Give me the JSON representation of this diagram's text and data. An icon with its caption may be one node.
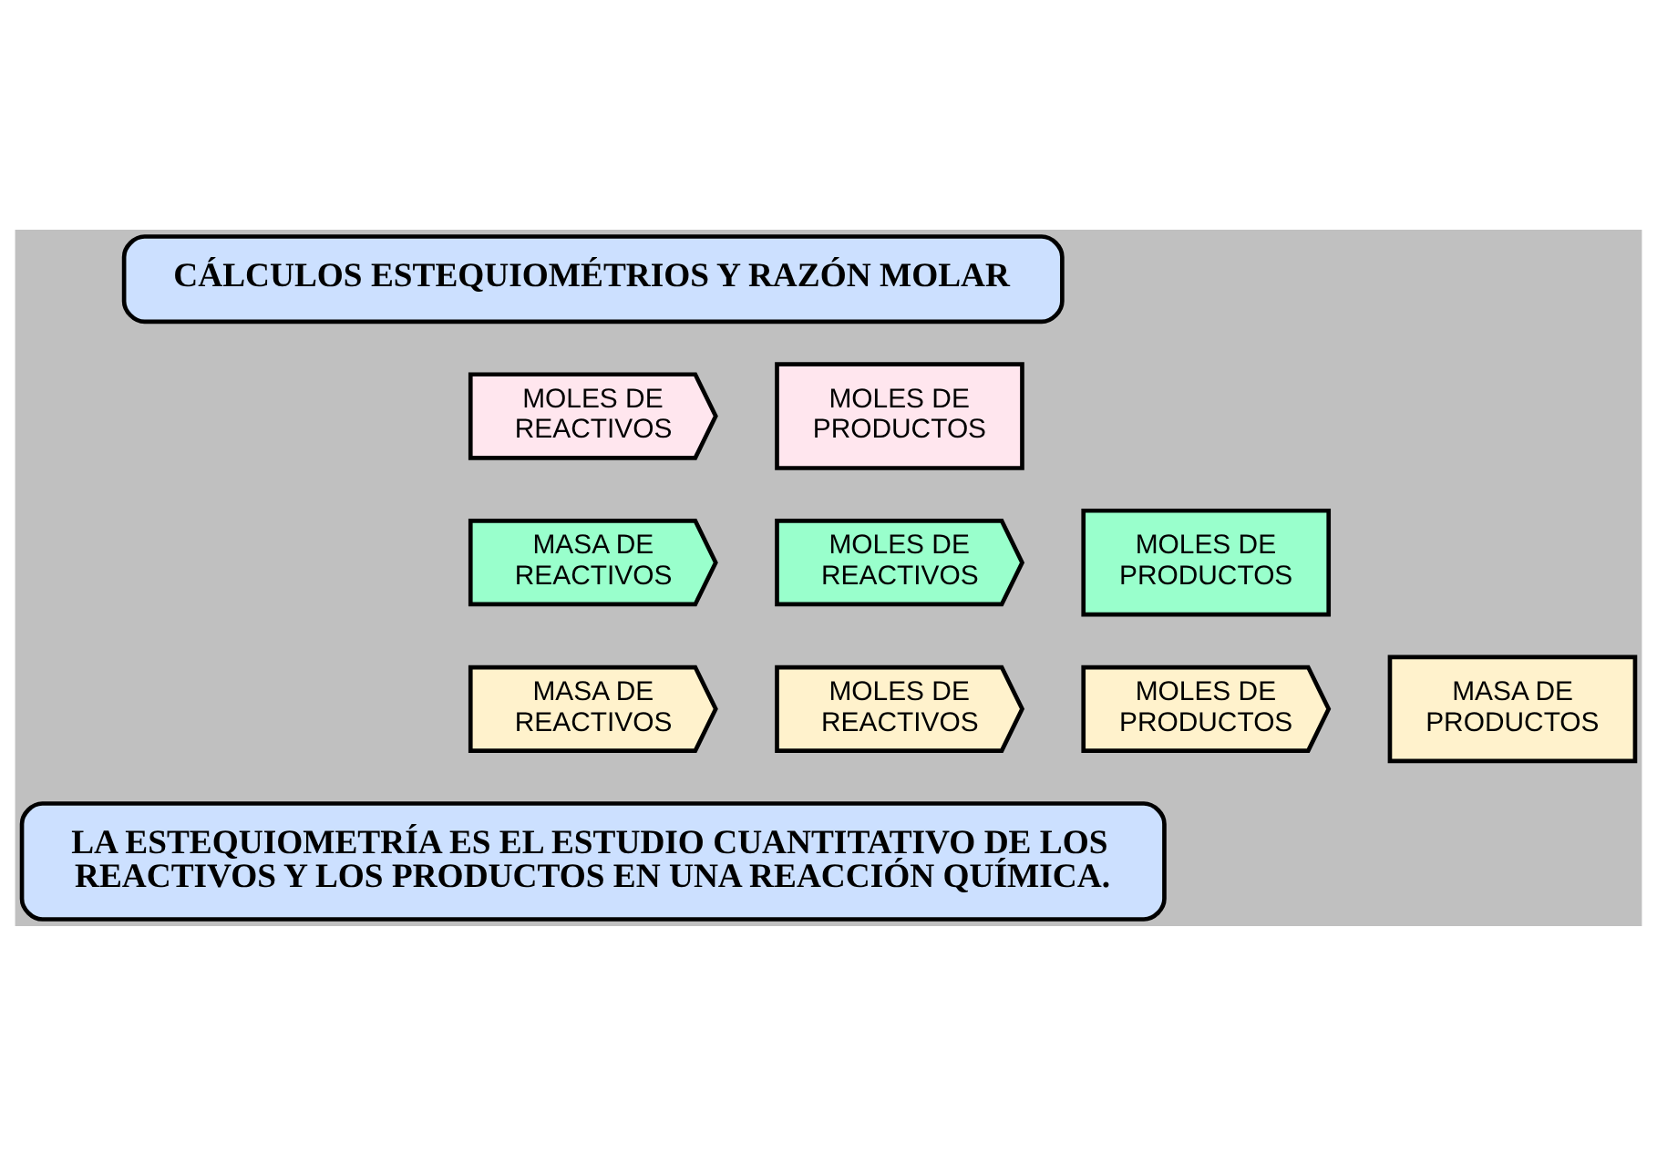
{
  "diagram": {
    "nodes": [
      {
        "text": [
          "CÁLCULOS ESTEQUIOMÉTRIOS Y RAZÓN MOLAR"
        ]
      },
      {
        "text": [
          "MOLES DE REACTIVOS"
        ]
      },
      {
        "text": [
          "MOLES DE PRODUCTOS"
        ]
      },
      {
        "text": [
          "MASA DE REACTIVOS"
        ]
      },
      {
        "text": [
          "MOLES DE REACTIVOS"
        ]
      },
      {
        "text": [
          "MOLES DE PRODUCTOS"
        ]
      },
      {
        "text": [
          "MASA DE REACTIVOS"
        ]
      },
      {
        "text": [
          "MOLES DE REACTIVOS"
        ]
      },
      {
        "text": [
          "MOLES DE PRODUCTOS"
        ]
      },
      {
        "text": [
          "MASA DE PRODUCTOS"
        ]
      },
      {
        "text": [
          "LA ESTEQUIOMETRÍA ES EL ESTUDIO CUANTITATIVO DE LOS REACTIVOS Y LOS PRODUCTOS EN UNA REACCIÓN QUÍMICA."
        ]
      }
    ]
  }
}
